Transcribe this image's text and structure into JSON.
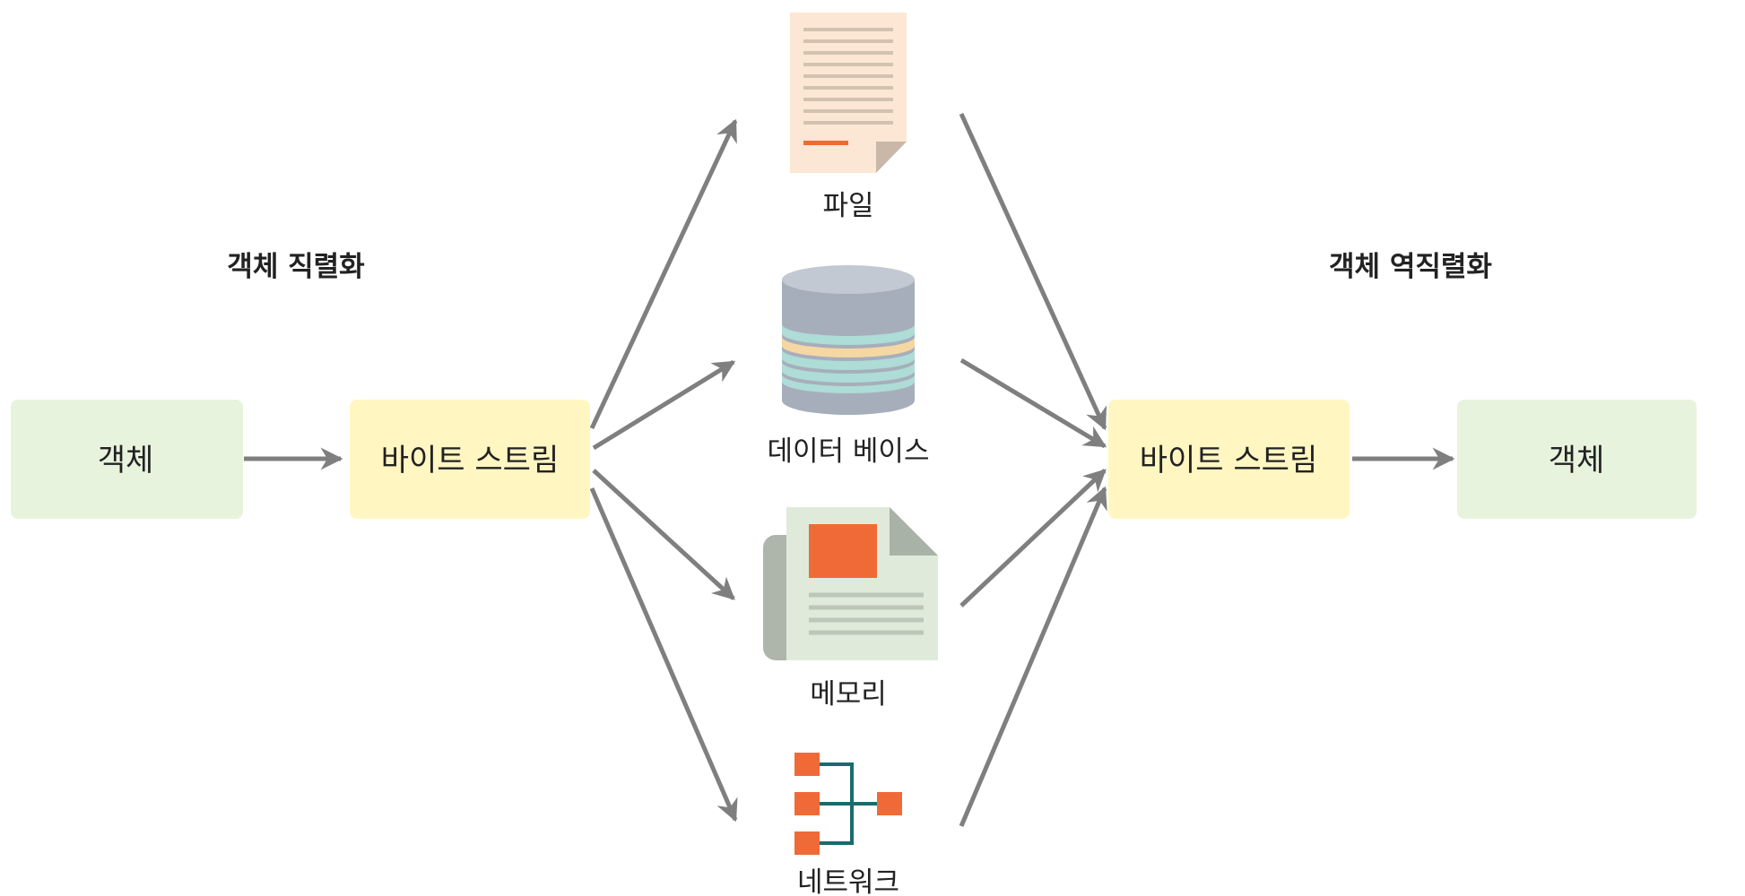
{
  "serialization": {
    "title": "객체 직렬화",
    "source_object": "객체",
    "byte_stream": "바이트 스트림"
  },
  "storage": {
    "file": "파일",
    "database": "데이터 베이스",
    "memory": "메모리",
    "network": "네트워크"
  },
  "deserialization": {
    "title": "객체 역직렬화",
    "byte_stream": "바이트 스트림",
    "target_object": "객체"
  },
  "colors": {
    "object_box": "#e8f3dd",
    "stream_box": "#fff6c2",
    "arrow": "#7f7f7f",
    "accent_orange": "#f06a37",
    "network_teal": "#1a6a6e"
  },
  "icons": [
    "document-icon",
    "database-icon",
    "newspaper-icon",
    "network-tree-icon"
  ]
}
